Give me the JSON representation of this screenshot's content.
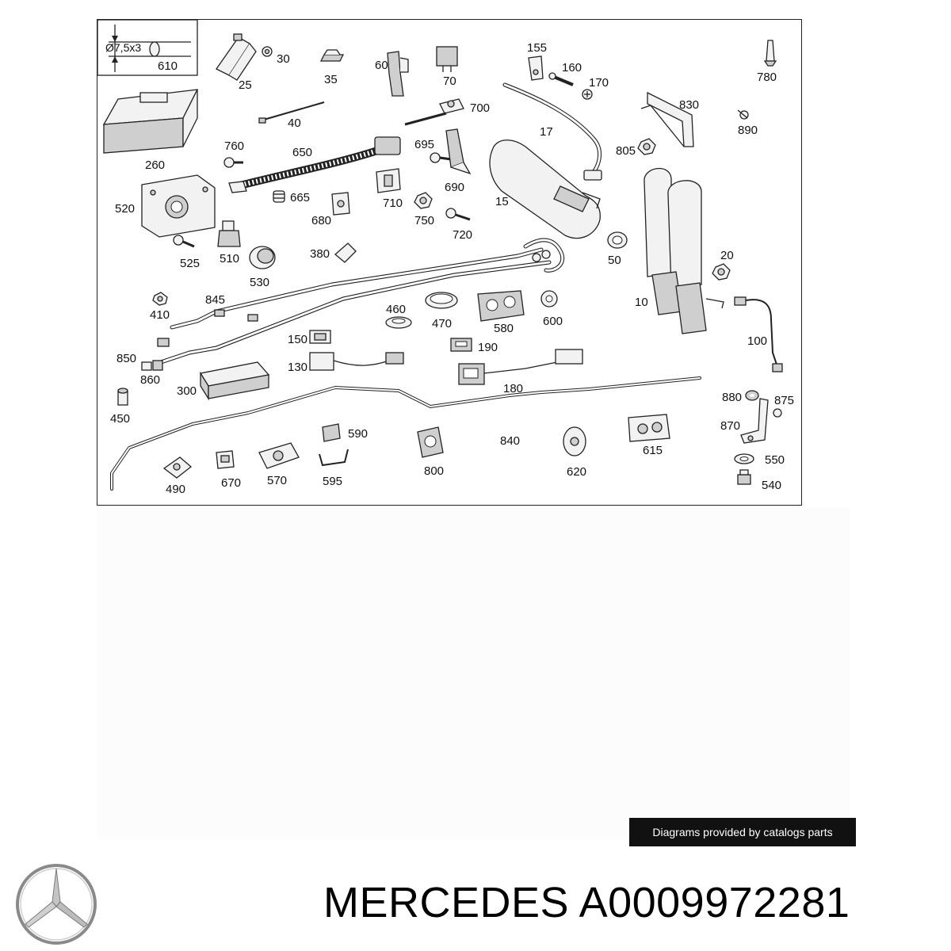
{
  "diagram": {
    "dimension_label": "Ø7,5x3",
    "callouts": [
      "610",
      "25",
      "30",
      "35",
      "60",
      "70",
      "155",
      "160",
      "170",
      "780",
      "700",
      "40",
      "17",
      "830",
      "890",
      "260",
      "760",
      "650",
      "695",
      "805",
      "690",
      "665",
      "710",
      "15",
      "520",
      "680",
      "750",
      "720",
      "50",
      "510",
      "380",
      "525",
      "530",
      "20",
      "845",
      "460",
      "410",
      "470",
      "580",
      "600",
      "10",
      "150",
      "190",
      "100",
      "850",
      "130",
      "860",
      "180",
      "300",
      "880",
      "875",
      "450",
      "870",
      "590",
      "840",
      "550",
      "490",
      "670",
      "570",
      "595",
      "800",
      "620",
      "615",
      "540"
    ]
  },
  "credit": {
    "text": "Diagrams provided by catalogs parts"
  },
  "brand": {
    "logo": "mercedes-star-logo",
    "title": "MERCEDES A0009972281"
  }
}
